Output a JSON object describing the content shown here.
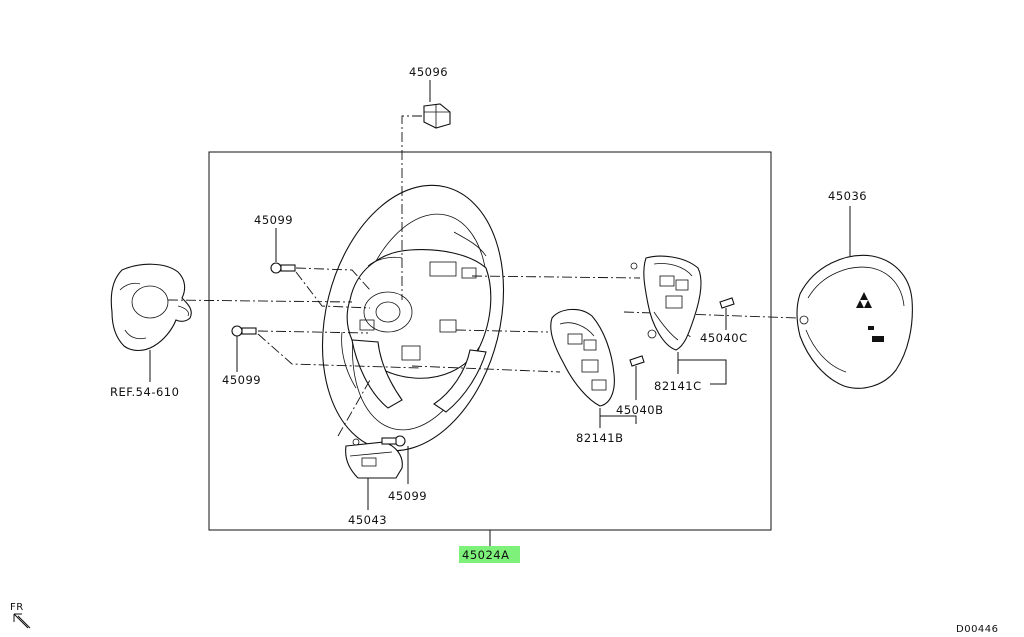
{
  "labels": {
    "p45096": "45096",
    "p45099_top": "45099",
    "p45099_left": "45099",
    "p45099_bottom": "45099",
    "p45036": "45036",
    "p45040C": "45040C",
    "p82141C": "82141C",
    "p45040B": "45040B",
    "p82141B": "82141B",
    "p45043": "45043",
    "p45024A": "45024A",
    "ref": "REF.54-610",
    "fr": "FR",
    "code": "D00446"
  },
  "colors": {
    "highlight": "#7ef17a",
    "ink": "#111111"
  }
}
